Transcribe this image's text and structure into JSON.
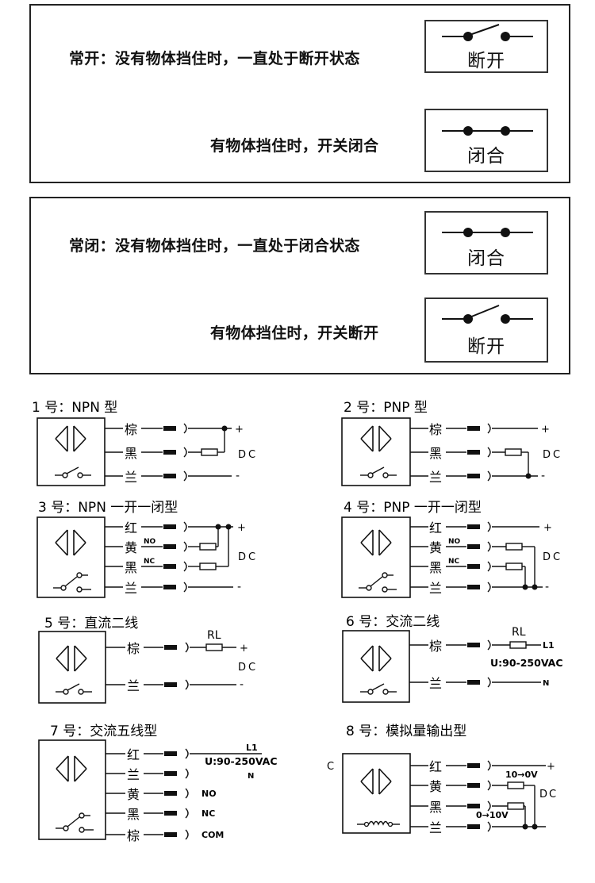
{
  "panels": [
    {
      "name": "normally-open",
      "rows": [
        {
          "text": "常开：没有物体挡住时，一直处于断开状态",
          "switch_label": "断开",
          "switch_state": "open"
        },
        {
          "text": "有物体挡住时，开关闭合",
          "switch_label": "闭合",
          "switch_state": "closed"
        }
      ]
    },
    {
      "name": "normally-closed",
      "rows": [
        {
          "text": "常闭：没有物体挡住时，一直处于闭合状态",
          "switch_label": "闭合",
          "switch_state": "closed"
        },
        {
          "text": "有物体挡住时，开关断开",
          "switch_label": "断开",
          "switch_state": "open"
        }
      ]
    }
  ],
  "diagrams": [
    {
      "title": "1 号：NPN 型",
      "wires": [
        "棕",
        "黑",
        "兰"
      ],
      "dc": "DC",
      "plus": "+",
      "minus": "-"
    },
    {
      "title": "2 号：PNP 型",
      "wires": [
        "棕",
        "黑",
        "兰"
      ],
      "dc": "DC",
      "plus": "+",
      "minus": "-"
    },
    {
      "title": "3 号：NPN 一开一闭型",
      "wires": [
        "红",
        "黄",
        "黑",
        "兰"
      ],
      "tags": [
        "NO",
        "NC"
      ],
      "dc": "DC",
      "plus": "+",
      "minus": "-"
    },
    {
      "title": "4 号：PNP 一开一闭型",
      "wires": [
        "红",
        "黄",
        "黑",
        "兰"
      ],
      "tags": [
        "NO",
        "NC"
      ],
      "dc": "DC",
      "plus": "+",
      "minus": "-"
    },
    {
      "title": "5 号：直流二线",
      "wires": [
        "棕",
        "兰"
      ],
      "load": "RL",
      "dc": "DC",
      "plus": "+",
      "minus": "-"
    },
    {
      "title": "6 号：交流二线",
      "wires": [
        "棕",
        "兰"
      ],
      "load": "RL",
      "l1": "L1",
      "voltage": "U:90-250VAC",
      "n": "N"
    },
    {
      "title": "7 号：交流五线型",
      "wires": [
        "红",
        "兰",
        "黄",
        "黑",
        "棕"
      ],
      "l1": "L1",
      "voltage": "U:90-250VAC",
      "n": "N",
      "terminals": [
        "NO",
        "NC",
        "COM"
      ]
    },
    {
      "title": "8 号：模拟量输出型",
      "wires": [
        "红",
        "黄",
        "黑",
        "兰"
      ],
      "range_a": "10→0V",
      "range_b": "0→10V",
      "dc": "DC",
      "plus": "+",
      "stray": "C"
    }
  ]
}
